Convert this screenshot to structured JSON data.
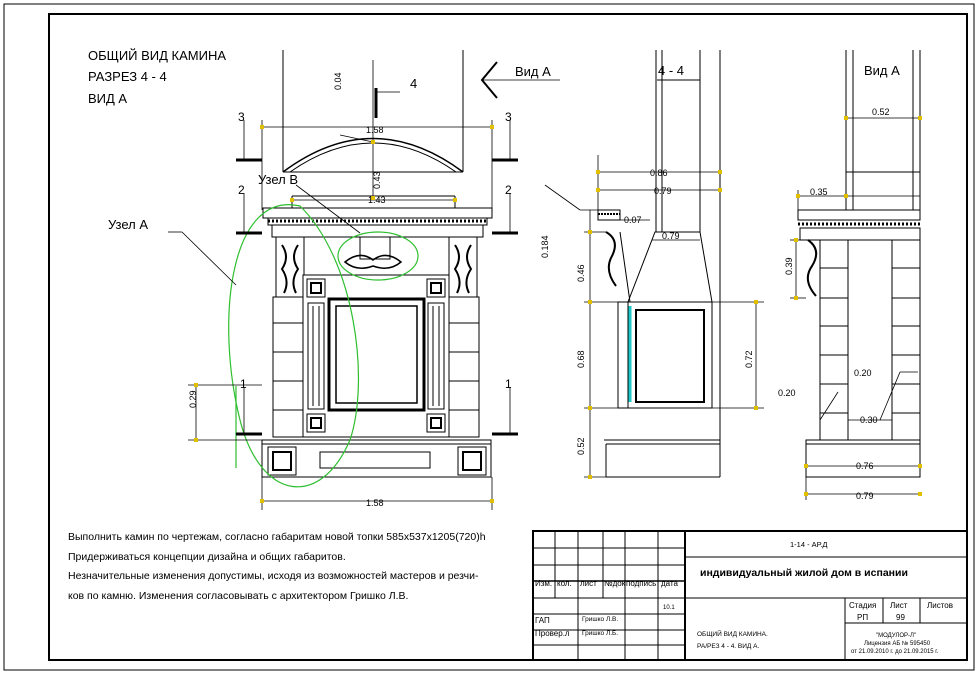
{
  "title_block_header": {
    "lines": [
      "ОБЩИЙ ВИД КАМИНА",
      "РАЗРЕЗ 4 - 4",
      "ВИД  А"
    ]
  },
  "callouts": {
    "node_a": "Узел А",
    "node_b": "Узел В",
    "view_a_arrow": "Вид  А",
    "section_44": "4 - 4",
    "view_a_right": "Вид  А",
    "cut_4": "4",
    "cut_3_left": "3",
    "cut_3_right": "3",
    "cut_2_left": "2",
    "cut_2_right": "2",
    "cut_1_left": "1",
    "cut_1_right": "1"
  },
  "dimensions": {
    "front": {
      "top_004": "0.04",
      "w_158_top": "1.58",
      "h_043": "0.43",
      "w_143": "1.43",
      "h_029": "0.29",
      "w_158_bottom": "1.58"
    },
    "section": {
      "d_086": "0.86",
      "d_079": "0.79",
      "d_007": "0.07",
      "d_079b": "0.79",
      "h_0184": "0.184",
      "h_046": "0.46",
      "h_068": "0.68",
      "h_052": "0.52",
      "h_072": "0.72"
    },
    "side": {
      "d_052": "0.52",
      "d_035": "0.35",
      "h_039": "0.39",
      "d_020a": "0.20",
      "d_020b": "0.20",
      "d_030": "0.30",
      "d_076": "0.76",
      "d_079": "0.79"
    }
  },
  "notes": [
    "Выполнить камин по чертежам, согласно габаритам новой топки  585x537x1205(720)h",
    "Придерживаться концепции дизайна и общих габаритов.",
    "Незначительные изменения допустимы, исходя из возможностей мастеров и резчи-",
    "ков по камню.  Изменения согласовывать с архитектором Гришко Л.В."
  ],
  "stamp": {
    "code": "1-14 - АР.Д",
    "project": "индивидуальный  жилой  дом в испании",
    "col_headers": [
      "Изм.",
      "кол.",
      "лист",
      "№док",
      "подпись",
      "дата"
    ],
    "gap_label": "ГАП",
    "gap_name": "Гришко Л.В.",
    "check_label": "Провер.л",
    "check_name": "Гришко Л.Б.",
    "date_small": "10.1",
    "sheet_title_1": "ОБЩИЙ  ВИД  КАМИНА.",
    "sheet_title_2": "РА/РЕЗ  4 - 4.        ВИД  А.",
    "stage_label": "Стадия",
    "sheet_label": "Лист",
    "sheets_label": "Листов",
    "stage_value": "РП",
    "sheet_value": "99",
    "org_1": "\"МОДУЛОР-Л\"",
    "org_2": "Лицензия АБ № 595450",
    "org_3": "от 21.09.2010 г. до 21.09.2015 г."
  },
  "colors": {
    "ink": "#000000",
    "green_outline": "#2fbf2f",
    "glass": "#20c8c8",
    "dim_yellow": "#e0c000"
  }
}
